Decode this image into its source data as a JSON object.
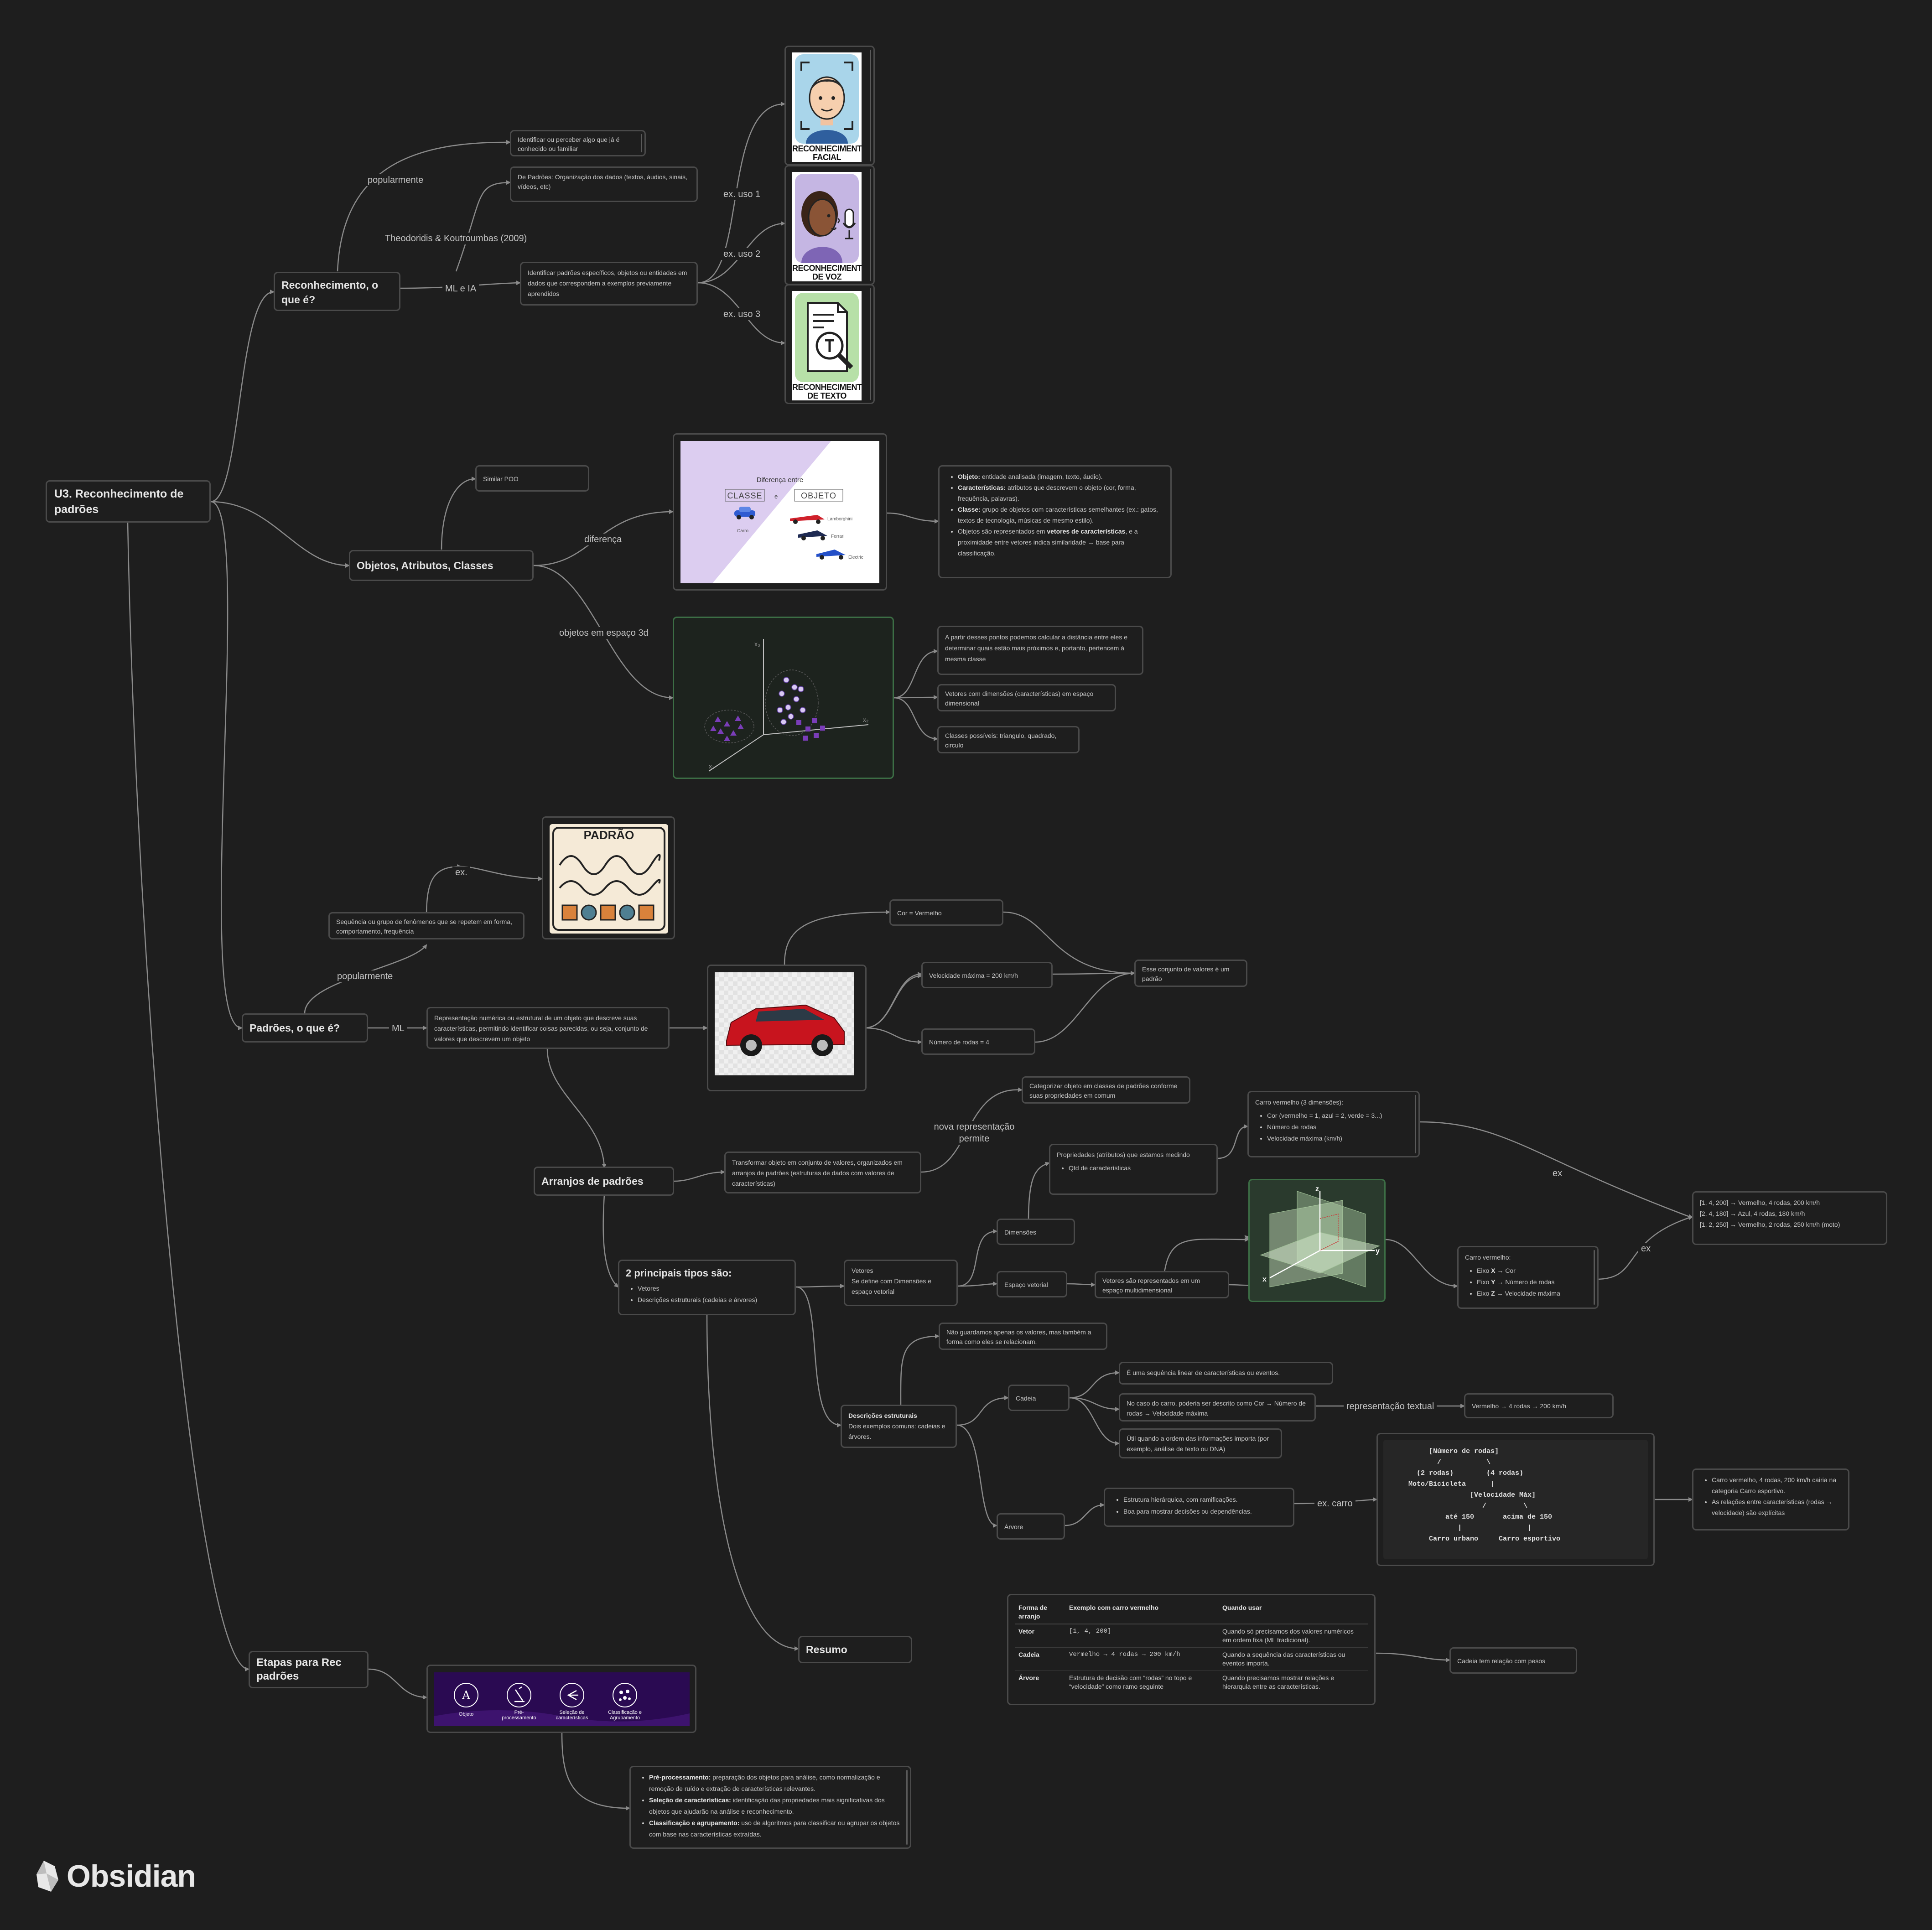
{
  "main": {
    "root": "U3. Reconhecimento de padrões",
    "recon_title": "Reconhecimento, o que é?",
    "recon_pop": "Identificar ou perceber algo que já é conhecido ou familiar",
    "recon_theo": "De Padrões: Organização dos dados (textos, áudios, sinais, vídeos, etc)",
    "recon_ml": "Identificar padrões específicos, objetos ou entidades em dados que correspondem a exemplos previamente aprendidos",
    "card_facial": "RECONHECIMENTO FACIAL",
    "card_voz": "RECONHECIMENTO DE VOZ",
    "card_texto": "RECONHECIMENTO DE TEXTO",
    "obj_title": "Objetos, Atributos, Classes",
    "obj_poo": "Similar POO",
    "diff_heading": "Diferença entre",
    "diff_classe": "CLASSE",
    "diff_e": "e",
    "diff_objeto": "OBJETO",
    "diff_carro": "Carro",
    "diff_lambo": "Lamborghini",
    "diff_ferrari": "Ferrari",
    "diff_electric": "Electric",
    "def_objeto_b": "Objeto:",
    "def_objeto": " entidade analisada (imagem, texto, áudio).",
    "def_carac_b": "Características:",
    "def_carac": " atributos que descrevem o objeto (cor, forma, frequência, palavras).",
    "def_classe_b": "Classe:",
    "def_classe": " grupo de objetos com características semelhantes (ex.: gatos, textos de tecnologia, músicas de mesmo estilo).",
    "def_vet_a": "Objetos são representados em ",
    "def_vet_b": "vetores de características",
    "def_vet_c": ", e a proximidade entre vetores indica similaridade → base para classificação.",
    "space_dist": "A partir desses pontos podemos calcular a distância entre eles e determinar quais estão mais próximos e, portanto, pertencem à mesma classe",
    "space_vet": "Vetores com dimensões (características) em espaço dimensional",
    "space_classes": "Classes possíveis: triangulo, quadrado, circulo",
    "pad_title": "Padrões, o que é?",
    "pad_pop": "Sequência ou grupo de fenômenos que se repetem em forma, comportamento, frequência",
    "pad_img_title": "PADRÃO",
    "pad_ml": "Representação numérica ou estrutural de um objeto que descreve suas características, permitindo identificar coisas parecidas, ou seja, conjunto de valores que descrevem um objeto",
    "car_cor": "Cor = Vermelho",
    "car_vel": "Velocidade máxima = 200 km/h",
    "car_rodas": "Número de rodas = 4",
    "car_padrao": "Esse conjunto de valores é um padrão",
    "arr_title": "Arranjos de padrões",
    "arr_transf": "Transformar objeto em conjunto de valores, organizados em arranjos de padrões (estruturas de dados com valores de características)",
    "arr_categ": "Categorizar objeto em classes de padrões conforme suas propriedades em comum",
    "tipos_title": "2 principais tipos são:",
    "tipos_1": "Vetores",
    "tipos_2": "Descrições estruturais (cadeias e árvores)",
    "vet_title": "Vetores",
    "vet_desc": "Se define com Dimensões e espaço vetorial",
    "dim": "Dimensões",
    "dim_prop": "Propriedades (atributos) que estamos medindo",
    "dim_qtd": "Qtd de características",
    "c3_title": "Carro vermelho (3 dimensões):",
    "c3_1": "Cor (vermelho = 1, azul = 2, verde = 3...)",
    "c3_2": "Número de rodas",
    "c3_3": "Velocidade máxima (km/h)",
    "esp": "Espaço vetorial",
    "esp_desc": "Vetores são representados em um espaço multidimensional",
    "cv_title": "Carro vermelho:",
    "cv_x_a": "Eixo ",
    "cv_x_b": "X",
    "cv_x_c": " → Cor",
    "cv_y_a": "Eixo ",
    "cv_y_b": "Y",
    "cv_y_c": " → Número de rodas",
    "cv_z_a": "Eixo ",
    "cv_z_b": "Z",
    "cv_z_c": " → Velocidade máxima",
    "ex_list_1": "[1, 4, 200] → Vermelho, 4 rodas, 200 km/h",
    "ex_list_2": "[2, 4, 180] → Azul, 4 rodas, 180 km/h",
    "ex_list_3": "[1, 2, 250] → Vermelho, 2 rodas, 250 km/h (moto)",
    "desc_b": "Descrições estruturais",
    "desc_txt": "Dois exemplos comuns: cadeias e árvores.",
    "desc_nao": "Não guardamos apenas os valores, mas também a forma como eles se relacionam.",
    "cadeia": "Cadeia",
    "cad_1": "É uma sequência linear de características ou eventos.",
    "cad_2": "No caso do carro, poderia ser descrito como Cor → Número de rodas → Velocidade máxima",
    "cad_3": "Útil quando a ordem das informações importa (por exemplo, análise de texto ou DNA)",
    "cad_ex": "Vermelho → 4 rodas → 200 km/h",
    "arvore": "Árvore",
    "arv_1": "Estrutura hierárquica, com ramificações.",
    "arv_2": "Boa para mostrar decisões ou dependências.",
    "tree_art": "          [Número de rodas]\n            /           \\\n       (2 rodas)        (4 rodas)\n     Moto/Bicicleta      |\n                    [Velocidade Máx]\n                       /         \\\n              até 150       acima de 150\n                 |                |\n          Carro urbano     Carro esportivo",
    "arv_res_1": "Carro vermelho, 4 rodas, 200 km/h cairia na categoria Carro esportivo.",
    "arv_res_2": "As relações entre características (rodas → velocidade) são explícitas",
    "resumo": "Resumo",
    "resumo_rel": "Cadeia tem relação com pesos",
    "etapas": "Etapas para Rec padrões",
    "et_obj": "Objeto",
    "et_pre": "Pré-processamento",
    "et_sel": "Seleção de características",
    "et_cla": "Classificação e Agrupamento",
    "et_1b": "Pré-processamento:",
    "et_1": " preparação dos objetos para análise, como normalização e remoção de ruído e extração de características relevantes.",
    "et_2b": "Seleção de características:",
    "et_2": " identificação das propriedades mais significativas dos objetos que ajudarão na análise e reconhecimento.",
    "et_3b": "Classificação e agrupamento:",
    "et_3": " uso de algoritmos para classificar ou agrupar os objetos com base nas características extraídas.",
    "logo": "Obsidian"
  },
  "resumo_table": {
    "headers": [
      "Forma de arranjo",
      "Exemplo com carro vermelho",
      "Quando usar"
    ],
    "rows": [
      [
        "Vetor",
        "[1, 4, 200]",
        "Quando só precisamos dos valores numéricos em ordem fixa (ML tradicional)."
      ],
      [
        "Cadeia",
        "Vermelho → 4 rodas → 200 km/h",
        "Quando a sequência das características ou eventos importa."
      ],
      [
        "Árvore",
        "Estrutura de decisão com “rodas” no topo e “velocidade” como ramo seguinte",
        "Quando precisamos mostrar relações e hierarquia entre as características."
      ]
    ]
  },
  "edge_labels": {
    "popularmente": "popularmente",
    "theo": "Theodoridis & Koutroumbas (2009)",
    "ml_ia": "ML e IA",
    "uso1": "ex. uso 1",
    "uso2": "ex. uso 2",
    "uso3": "ex. uso 3",
    "diferenca": "diferença",
    "objetos3d": "objetos em espaço 3d",
    "ex": "ex.",
    "popularmente2": "popularmente",
    "ml": "ML",
    "nova": "nova representação permite",
    "ex_a": "ex",
    "ex_b": "ex",
    "rep_textual": "representação textual",
    "ex_carro": "ex. carro"
  },
  "colors": {
    "background": "#1e1e1e",
    "edge": "#8a8a8a",
    "node_border": "#4a4a4a",
    "green_border": "#3c6e45",
    "purple": "#7a3db8"
  }
}
